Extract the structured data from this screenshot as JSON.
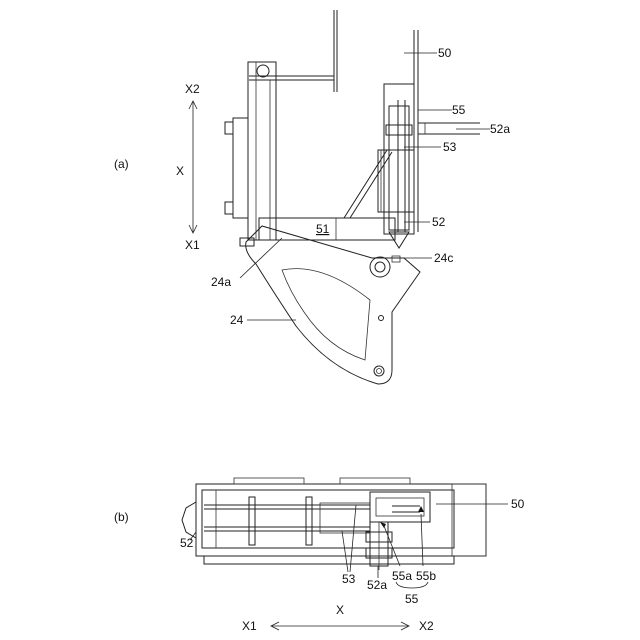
{
  "figure_a": {
    "panel_label": "(a)",
    "direction": {
      "top": "X2",
      "middle": "X",
      "bottom": "X1"
    },
    "parts": {
      "p50": "50",
      "p55": "55",
      "p52a": "52a",
      "p53": "53",
      "p52": "52",
      "p51": "51",
      "p24c": "24c",
      "p24a": "24a",
      "p24": "24"
    }
  },
  "figure_b": {
    "panel_label": "(b)",
    "parts": {
      "p50": "50",
      "p52": "52",
      "p53": "53",
      "p52a": "52a",
      "p55a": "55a",
      "p55b": "55b",
      "p55": "55"
    },
    "direction": {
      "left": "X1",
      "middle": "X",
      "right": "X2"
    }
  }
}
